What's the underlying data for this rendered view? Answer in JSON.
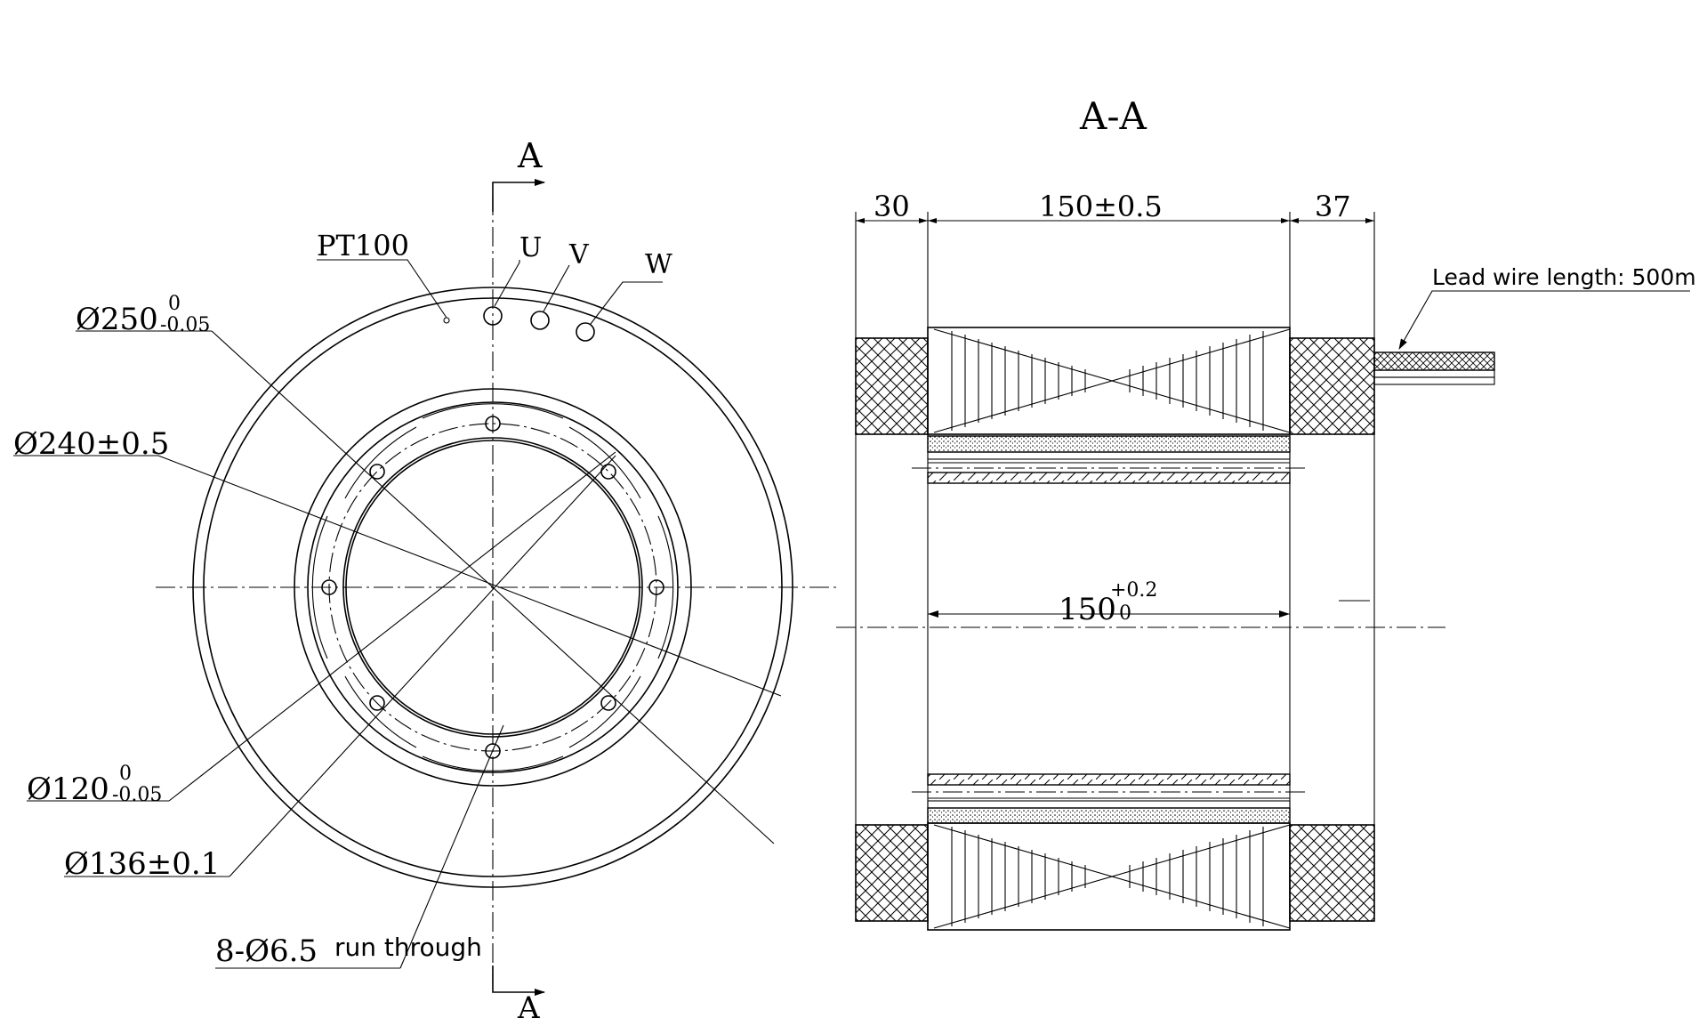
{
  "section": {
    "marker_top": "A",
    "marker_bottom": "A",
    "title": "A-A"
  },
  "front_view": {
    "pt100": "PT100",
    "phase_u": "U",
    "phase_v": "V",
    "phase_w": "W",
    "dia_250_main": "Ø250",
    "dia_250_upper": "0",
    "dia_250_lower": "-0.05",
    "dia_240": "Ø240±0.5",
    "dia_120_main": "Ø120",
    "dia_120_upper": "0",
    "dia_120_lower": "-0.05",
    "dia_136": "Ø136±0.1",
    "holes_main": "8-Ø6.5",
    "holes_note": "run through"
  },
  "section_view": {
    "dim_left": "30",
    "dim_middle": "150±0.5",
    "dim_right": "37",
    "dim_bore_main": "150",
    "dim_bore_upper": "+0.2",
    "dim_bore_lower": "0",
    "lead_wire": "Lead wire length: 500m"
  },
  "colors": {
    "line": "#000000",
    "background": "#ffffff"
  }
}
